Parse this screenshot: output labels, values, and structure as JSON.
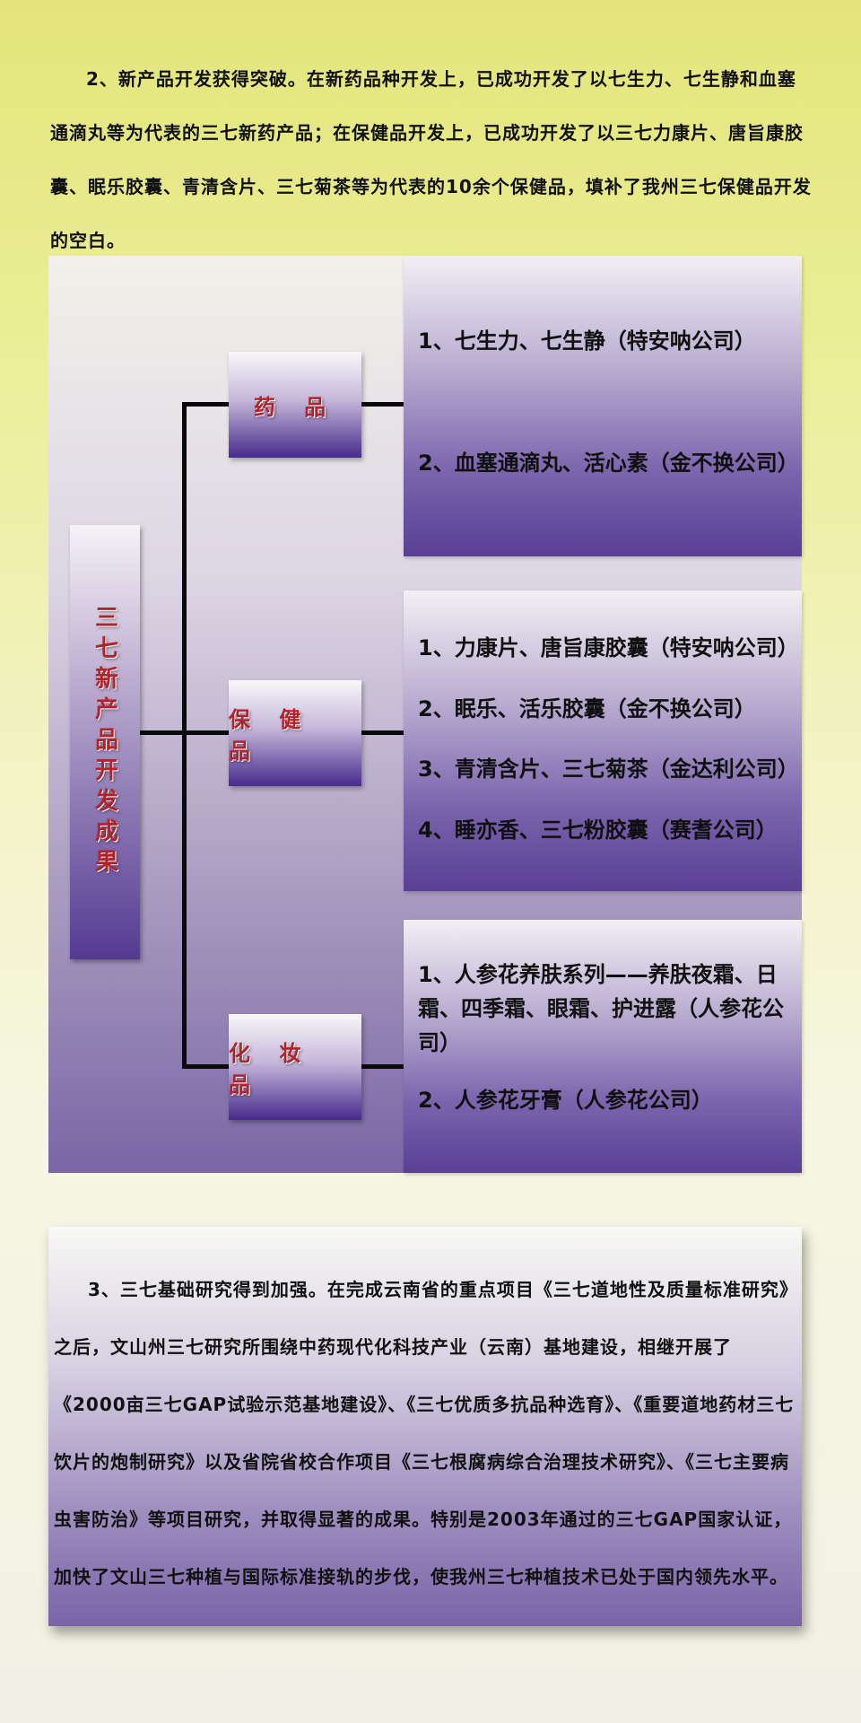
{
  "intro_paragraph": "2、新产品开发获得突破。在新药品种开发上，已成功开发了以七生力、七生静和血塞通滴丸等为代表的三七新药产品；在保健品开发上，已成功开发了以三七力康片、唐旨康胶囊、眠乐胶囊、青清含片、三七菊茶等为代表的10余个保健品，填补了我州三七保健品开发的空白。",
  "diagram": {
    "root_label": "三七新产品开发成果",
    "categories": [
      {
        "label": "药 品",
        "items": [
          "1、七生力、七生静（特安呐公司）",
          "2、血塞通滴丸、活心素（金不换公司）"
        ]
      },
      {
        "label": "保 健 品",
        "items": [
          "1、力康片、唐旨康胶囊（特安呐公司）",
          "2、眠乐、活乐胶囊（金不换公司）",
          "3、青清含片、三七菊茶（金达利公司）",
          "4、睡亦香、三七粉胶囊（赛耆公司）"
        ]
      },
      {
        "label": "化 妆 品",
        "items": [
          "1、人参花养肤系列——养肤夜霜、日霜、四季霜、眼霜、护进露（人参花公司）",
          "2、人参花牙膏（人参花公司）"
        ]
      }
    ]
  },
  "bottom_paragraph": "3、三七基础研究得到加强。在完成云南省的重点项目《三七道地性及质量标准研究》之后，文山州三七研究所围绕中药现代化科技产业（云南）基地建设，相继开展了《2000亩三七GAP试验示范基地建设》、《三七优质多抗品种选育》、《重要道地药材三七饮片的炮制研究》以及省院省校合作项目《三七根腐病综合治理技术研究》、《三七主要病虫害防治》等项目研究，并取得显著的成果。特别是2003年通过的三七GAP国家认证，加快了文山三七种植与国际标准接轨的步伐，使我州三七种植技术已处于国内领先水平。"
}
